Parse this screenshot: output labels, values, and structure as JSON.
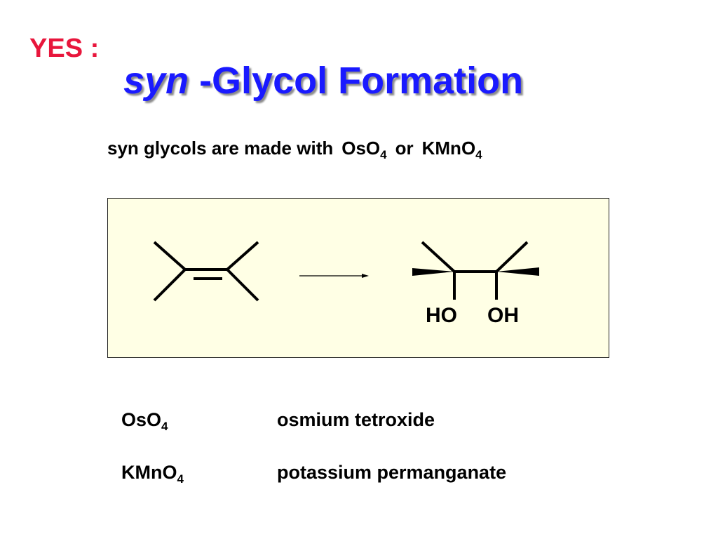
{
  "header": {
    "yes_label": "YES :",
    "title_italic": "syn",
    "title_rest": " -Glycol Formation"
  },
  "subtitle": {
    "text": "syn glycols are made with",
    "reagent1_base": "OsO",
    "reagent1_sub": "4",
    "connector": "or",
    "reagent2_base": "KMnO",
    "reagent2_sub": "4"
  },
  "reaction": {
    "ho_label": "HO",
    "oh_label": "OH"
  },
  "definitions": [
    {
      "formula_base": "OsO",
      "formula_sub": "4",
      "name": "osmium tetroxide"
    },
    {
      "formula_base": "KMnO",
      "formula_sub": "4",
      "name": "potassium permanganate"
    }
  ],
  "colors": {
    "yes_text": "#e8163c",
    "title_text": "#1a1aff",
    "box_fill": "#ffffe5",
    "ink": "#000000"
  }
}
